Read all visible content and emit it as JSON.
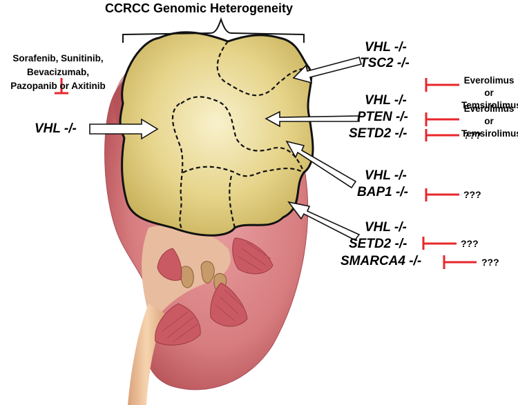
{
  "title": "CCRCC Genomic Heterogeneity",
  "left_group": {
    "drugs": [
      "Sorafenib, Sunitinib,",
      "Bevacizumab,",
      "Pazopanib or Axitinib"
    ],
    "gene": "VHL -/-"
  },
  "clones": [
    {
      "genes": [
        "VHL -/-",
        "TSC2 -/-"
      ],
      "treatments": [
        "Everolimus or\nTemsirolimus"
      ]
    },
    {
      "genes": [
        "VHL -/-",
        "PTEN -/-",
        "SETD2 -/-"
      ],
      "treatments": [
        "Everolimus or\nTemsirolimus",
        "???"
      ]
    },
    {
      "genes": [
        "VHL -/-",
        "BAP1 -/-"
      ],
      "treatments": [
        "???"
      ]
    },
    {
      "genes": [
        "VHL -/-",
        "SETD2 -/-",
        "SMARCA4 -/-"
      ],
      "treatments": [
        "???",
        "???"
      ]
    }
  ],
  "colors": {
    "inhibitor": "#e8262b",
    "tumor": "#e7d58c",
    "kidney": "#d27a7e",
    "pelvis": "#e7b89a",
    "ureter": "#f0c79f"
  }
}
